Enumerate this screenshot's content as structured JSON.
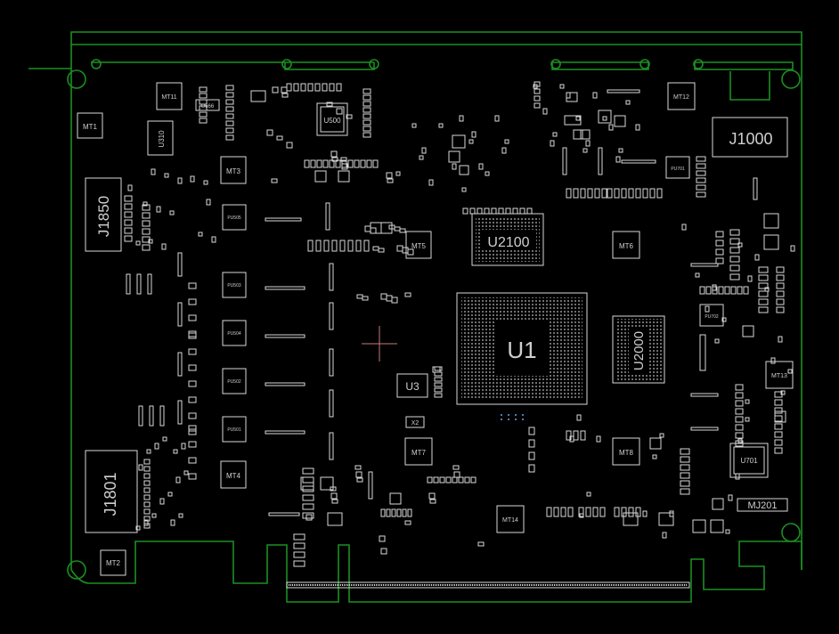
{
  "board": {
    "outline_color": "#1c8f22",
    "silk_color": "#d8d8d8",
    "background": "#000000",
    "crosshair_color": "#c87a7a"
  },
  "labels": {
    "mt1": "MT1",
    "mt2": "MT2",
    "mt3": "MT3",
    "mt4": "MT4",
    "mt5": "MT5",
    "mt6": "MT6",
    "mt7": "MT7",
    "mt8": "MT8",
    "mt11": "MT11",
    "mt12": "MT12",
    "mt13": "MT13",
    "mt14": "MT14",
    "u1": "U1",
    "u3": "U3",
    "u500": "U500",
    "u310": "U310",
    "u666": "U666",
    "u2100": "U2100",
    "u2000": "U2000",
    "u701": "U701",
    "j1000": "J1000",
    "j1850": "J1850",
    "j1801": "J1801",
    "mj201": "MJ201",
    "pu505": "PU505",
    "pu503": "PU503",
    "pu504": "PU504",
    "pu502": "PU502",
    "pu501": "PU501",
    "pu701": "PU701",
    "pu702": "PU702",
    "x2": "X2"
  }
}
